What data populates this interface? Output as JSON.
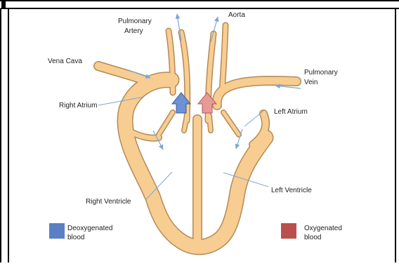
{
  "diagram": {
    "labels": {
      "pulmonary_artery_line1": "Pulmonary",
      "pulmonary_artery_line2": "Artery",
      "aorta": "Aorta",
      "vena_cava": "Vena Cava",
      "pulmonary_vein_line1": "Pulmonary",
      "pulmonary_vein_line2": "Vein",
      "right_atrium": "Right Atrium",
      "left_atrium": "Left Atrium",
      "right_ventricle": "Right Ventricle",
      "left_ventricle": "Left Ventricle"
    },
    "legend": [
      {
        "line1": "Deoxygenated",
        "line2": "blood",
        "color": "#5b7fc4"
      },
      {
        "line1": "Oxygenated",
        "line2": "blood",
        "color": "#b9504d"
      }
    ],
    "colors": {
      "tissue": "#f7cd92",
      "tissue_outline": "#b48a55",
      "deoxygenated_arrow": "#6b91d6",
      "oxygenated_arrow": "#e79a98",
      "flow_arrow": "#7fa6d1",
      "border": "#000000"
    }
  }
}
